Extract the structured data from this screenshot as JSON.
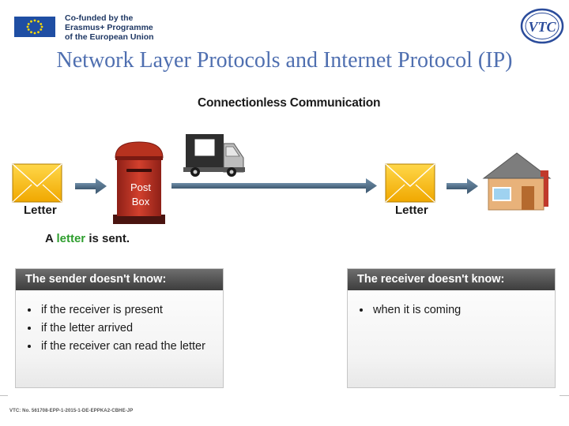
{
  "header": {
    "eu_text_lines": [
      "Co-funded by the",
      "Erasmus+ Programme",
      "of the European Union"
    ],
    "vtc_logo_text": "VTC"
  },
  "slide": {
    "title": "Network Layer Protocols and Internet Protocol (IP)",
    "subtitle": "Connectionless Communication"
  },
  "diagram": {
    "post_box_line1": "Post",
    "post_box_line2": "Box",
    "letter_left": "Letter",
    "letter_right": "Letter",
    "caption_a": "A",
    "caption_letter": "letter",
    "caption_rest": "is sent",
    "caption_period": "."
  },
  "sender": {
    "heading": "The sender doesn't know:",
    "items": [
      "if the receiver is present",
      "if the letter arrived",
      "if the receiver can read the letter"
    ]
  },
  "receiver": {
    "heading": "The receiver doesn't know:",
    "items": [
      "when it is coming"
    ]
  },
  "footer": {
    "text": "VTC: No. 561708-EPP-1-2015-1-DE-EPPKA2-CBHE-JP"
  },
  "colors": {
    "title": "#4f6fb0",
    "post_box": "#c0392b",
    "envelope": "#f5b800",
    "caption_green": "#2e9e2e",
    "house_wall": "#e8b27a",
    "roof": "#7d7d7d"
  }
}
